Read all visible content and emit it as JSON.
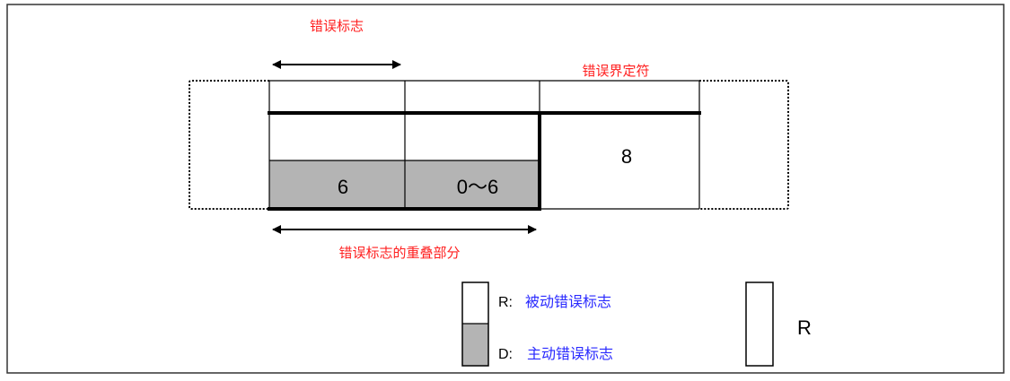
{
  "labels": {
    "error_flag": "错误标志",
    "error_delimiter": "错误界定符",
    "error_flag_overlap": "错误标志的重叠部分"
  },
  "cells": {
    "flag_count": "6",
    "overlap_count": "0～6",
    "delimiter_count": "8"
  },
  "legend": {
    "r_prefix": "R:",
    "r_text": "被动错误标志",
    "d_prefix": "D:",
    "d_text": "主动错误标志",
    "recessive_label": "R"
  },
  "colors": {
    "label_red": "#ff2020",
    "legend_blue": "#2a2aff",
    "dominant_gray": "#b4b4b4"
  }
}
